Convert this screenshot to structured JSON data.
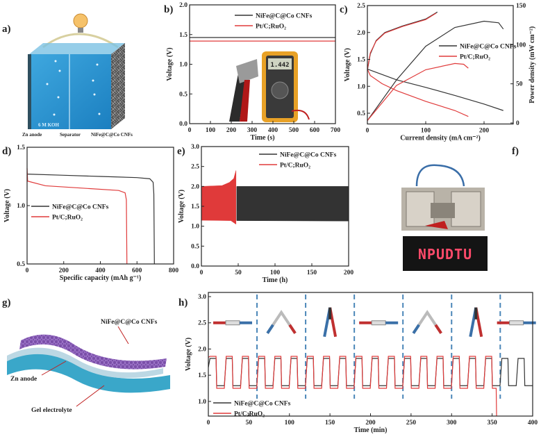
{
  "panel_labels": {
    "a": "a)",
    "b": "b)",
    "c": "c)",
    "d": "d)",
    "e": "e)",
    "f": "f)",
    "g": "g)",
    "h": "h)"
  },
  "panel_a": {
    "electrolyte": "6 M KOH",
    "labels": [
      "Zn anode",
      "Separator",
      "NiFe@C@Co CNFs"
    ]
  },
  "panel_b_photo": {
    "meter_display": "1.442"
  },
  "panel_f": {
    "led_text": "NPUDTU"
  },
  "panel_g": {
    "labels": [
      "NiFe@C@Co CNFs",
      "Zn anode",
      "Gel electrolyte"
    ]
  },
  "colors": {
    "nife": "#333333",
    "pt": "#e03a3a",
    "dash": "#4a86b8"
  },
  "chart_data": [
    {
      "id": "b",
      "type": "line",
      "xlabel": "Time (s)",
      "ylabel": "Voltage (V)",
      "xlim": [
        0,
        700
      ],
      "ylim": [
        0,
        2.0
      ],
      "xticks": [
        "0",
        "100",
        "200",
        "300",
        "400",
        "500",
        "600",
        "700"
      ],
      "xtick_values": [
        0,
        100,
        200,
        300,
        400,
        500,
        600,
        700
      ],
      "yticks": [
        "0.0",
        "0.5",
        "1.0",
        "1.5",
        "2.0"
      ],
      "ytick_values": [
        0,
        0.5,
        1.0,
        1.5,
        2.0
      ],
      "legend": "top-right",
      "series": [
        {
          "name": "NiFe@C@Co CNFs",
          "color": "#333333",
          "points": [
            [
              0,
              1.45
            ],
            [
              700,
              1.45
            ]
          ]
        },
        {
          "name": "Pt/C;RuO₂",
          "color": "#e03a3a",
          "points": [
            [
              0,
              1.39
            ],
            [
              700,
              1.39
            ]
          ]
        }
      ]
    },
    {
      "id": "c",
      "type": "line",
      "xlabel": "Current density (mA cm⁻²)",
      "ylabel": "Voltage (V)",
      "y2label": "Power density (mW cm⁻²)",
      "xlim": [
        0,
        250
      ],
      "ylim": [
        0.3,
        2.5
      ],
      "y2lim": [
        0,
        150
      ],
      "xticks": [
        "0",
        "100",
        "200"
      ],
      "xtick_values": [
        0,
        100,
        200
      ],
      "yticks": [
        "0.5",
        "1.0",
        "1.5",
        "2.0",
        "2.5"
      ],
      "ytick_values": [
        0.5,
        1.0,
        1.5,
        2.0,
        2.5
      ],
      "y2ticks": [
        "0",
        "50",
        "100",
        "150"
      ],
      "y2tick_values": [
        0,
        50,
        100,
        150
      ],
      "legend": "center-right",
      "series": [
        {
          "name": "NiFe@C@Co CNFs",
          "color": "#333333",
          "axis": "left",
          "points": [
            [
              0,
              1.32
            ],
            [
              50,
              1.12
            ],
            [
              100,
              0.98
            ],
            [
              150,
              0.83
            ],
            [
              200,
              0.67
            ],
            [
              233,
              0.55
            ]
          ]
        },
        {
          "name": "Pt/C;RuO₂",
          "color": "#e03a3a",
          "axis": "left",
          "points": [
            [
              0,
              1.32
            ],
            [
              5,
              1.2
            ],
            [
              25,
              1.05
            ],
            [
              50,
              0.92
            ],
            [
              100,
              0.72
            ],
            [
              150,
              0.55
            ],
            [
              173,
              0.44
            ]
          ]
        },
        {
          "name": "NiFe@C@Co CNFs charge",
          "color": "#333333",
          "axis": "left",
          "points": [
            [
              0,
              1.3
            ],
            [
              5,
              1.6
            ],
            [
              15,
              1.85
            ],
            [
              30,
              2.0
            ],
            [
              60,
              2.12
            ],
            [
              100,
              2.25
            ],
            [
              120,
              2.38
            ]
          ]
        },
        {
          "name": "Pt/C;RuO₂ charge",
          "color": "#e03a3a",
          "axis": "left",
          "points": [
            [
              0,
              1.31
            ],
            [
              5,
              1.62
            ],
            [
              15,
              1.84
            ],
            [
              30,
              1.99
            ],
            [
              60,
              2.11
            ],
            [
              100,
              2.24
            ],
            [
              118,
              2.36
            ]
          ]
        },
        {
          "name": "NiFe@C@Co CNFs power",
          "color": "#333333",
          "axis": "right",
          "points": [
            [
              0,
              3
            ],
            [
              50,
              55
            ],
            [
              100,
              98
            ],
            [
              150,
              122
            ],
            [
              200,
              130
            ],
            [
              225,
              128
            ],
            [
              233,
              120
            ]
          ]
        },
        {
          "name": "Pt/C;RuO₂ power",
          "color": "#e03a3a",
          "axis": "right",
          "points": [
            [
              0,
              3
            ],
            [
              50,
              48
            ],
            [
              100,
              68
            ],
            [
              150,
              76
            ],
            [
              165,
              75
            ],
            [
              173,
              70
            ]
          ]
        }
      ]
    },
    {
      "id": "d",
      "type": "line",
      "xlabel": "Specific capacity (mAh g⁻¹)",
      "ylabel": "Voltage (V)",
      "xlim": [
        0,
        800
      ],
      "ylim": [
        0.5,
        1.5
      ],
      "xticks": [
        "0",
        "200",
        "400",
        "600",
        "800"
      ],
      "xtick_values": [
        0,
        200,
        400,
        600,
        800
      ],
      "yticks": [
        "0.5",
        "1.0",
        "1.5"
      ],
      "ytick_values": [
        0.5,
        1.0,
        1.5
      ],
      "legend": "center-left",
      "series": [
        {
          "name": "NiFe@C@Co CNFs",
          "color": "#333333",
          "points": [
            [
              0,
              1.27
            ],
            [
              200,
              1.26
            ],
            [
              400,
              1.25
            ],
            [
              600,
              1.24
            ],
            [
              670,
              1.23
            ],
            [
              688,
              1.2
            ],
            [
              692,
              1.1
            ],
            [
              695,
              0.5
            ]
          ]
        },
        {
          "name": "Pt/C;RuO₂",
          "color": "#e03a3a",
          "points": [
            [
              0,
              1.32
            ],
            [
              3,
              1.21
            ],
            [
              100,
              1.17
            ],
            [
              300,
              1.15
            ],
            [
              500,
              1.13
            ],
            [
              535,
              1.11
            ],
            [
              542,
              1.05
            ],
            [
              545,
              0.5
            ]
          ]
        }
      ]
    },
    {
      "id": "e",
      "type": "area",
      "xlabel": "Time (h)",
      "ylabel": "Voltage (V)",
      "xlim": [
        0,
        200
      ],
      "ylim": [
        0,
        3.0
      ],
      "xticks": [
        "0",
        "50",
        "100",
        "150",
        "200"
      ],
      "xtick_values": [
        0,
        50,
        100,
        150,
        200
      ],
      "yticks": [
        "0.0",
        "0.5",
        "1.0",
        "1.5",
        "2.0",
        "2.5",
        "3.0"
      ],
      "ytick_values": [
        0,
        0.5,
        1,
        1.5,
        2,
        2.5,
        3
      ],
      "legend": "top-right",
      "series": [
        {
          "name": "NiFe@C@Co CNFs",
          "color": "#333333",
          "upper": [
            [
              48,
              2.0
            ],
            [
              200,
              2.0
            ]
          ],
          "lower": [
            [
              48,
              1.14
            ],
            [
              200,
              1.13
            ]
          ]
        },
        {
          "name": "Pt/C;RuO₂",
          "color": "#e03a3a",
          "upper": [
            [
              0,
              2.0
            ],
            [
              28,
              2.02
            ],
            [
              38,
              2.1
            ],
            [
              44,
              2.2
            ],
            [
              47,
              2.4
            ]
          ],
          "lower": [
            [
              0,
              1.15
            ],
            [
              40,
              1.14
            ],
            [
              47,
              1.05
            ]
          ]
        }
      ]
    },
    {
      "id": "h",
      "type": "line",
      "xlabel": "Time (min)",
      "ylabel": "Voltage (V)",
      "xlim": [
        0,
        400
      ],
      "ylim": [
        0.72,
        3.08
      ],
      "xticks": [
        "0",
        "50",
        "100",
        "150",
        "200",
        "250",
        "300",
        "350",
        "400"
      ],
      "xtick_values": [
        0,
        50,
        100,
        150,
        200,
        250,
        300,
        350,
        400
      ],
      "yticks": [
        "1.0",
        "1.5",
        "2.0",
        "2.5",
        "3.0"
      ],
      "ytick_values": [
        1.0,
        1.5,
        2.0,
        2.5,
        3.0
      ],
      "legend": "bottom-left",
      "bend_markers_min": [
        60,
        120,
        180,
        240,
        300,
        360
      ],
      "series": [
        {
          "name": "NiFe@C@Co CNFs",
          "color": "#333333",
          "period_min": 20,
          "high": 1.82,
          "low": 1.3,
          "start": 1.65,
          "end": 400
        },
        {
          "name": "Pt/C;RuO₂",
          "color": "#e03a3a",
          "period_min": 20,
          "high": 1.86,
          "low": 1.25,
          "start": 1.84,
          "end": 355,
          "final_drop": 0.72
        }
      ]
    }
  ]
}
